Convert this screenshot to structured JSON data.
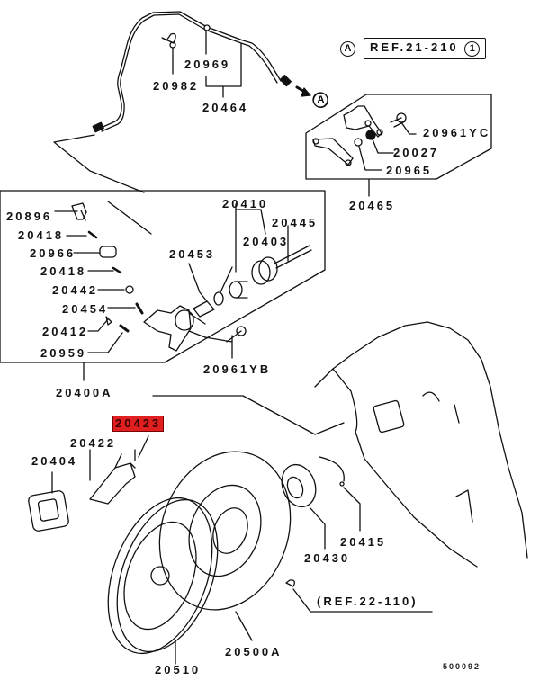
{
  "diagram": {
    "title": "Clutch control / clutch assembly parts diagram",
    "highlight_color": "#e02020",
    "drawing_code": "500092",
    "references": [
      {
        "marker": "A",
        "text": "REF.21-210",
        "suffix": "1"
      },
      {
        "marker": "A"
      },
      {
        "text": "(REF.22-110)"
      }
    ],
    "part_labels": {
      "p20969": "20969",
      "p20982": "20982",
      "p20464": "20464",
      "p20961YC": "20961YC",
      "p20027": "20027",
      "p20965": "20965",
      "p20465": "20465",
      "p20896": "20896",
      "p20418a": "20418",
      "p20966": "20966",
      "p20418b": "20418",
      "p20442": "20442",
      "p20454": "20454",
      "p20412": "20412",
      "p20959": "20959",
      "p20410": "20410",
      "p20445": "20445",
      "p20453": "20453",
      "p20403": "20403",
      "p20961YB": "20961YB",
      "p20400A": "20400A",
      "p20423": "20423",
      "p20422": "20422",
      "p20404": "20404",
      "p20415": "20415",
      "p20430": "20430",
      "p20510": "20510",
      "p20500A": "20500A"
    },
    "highlighted_part": "20423"
  }
}
